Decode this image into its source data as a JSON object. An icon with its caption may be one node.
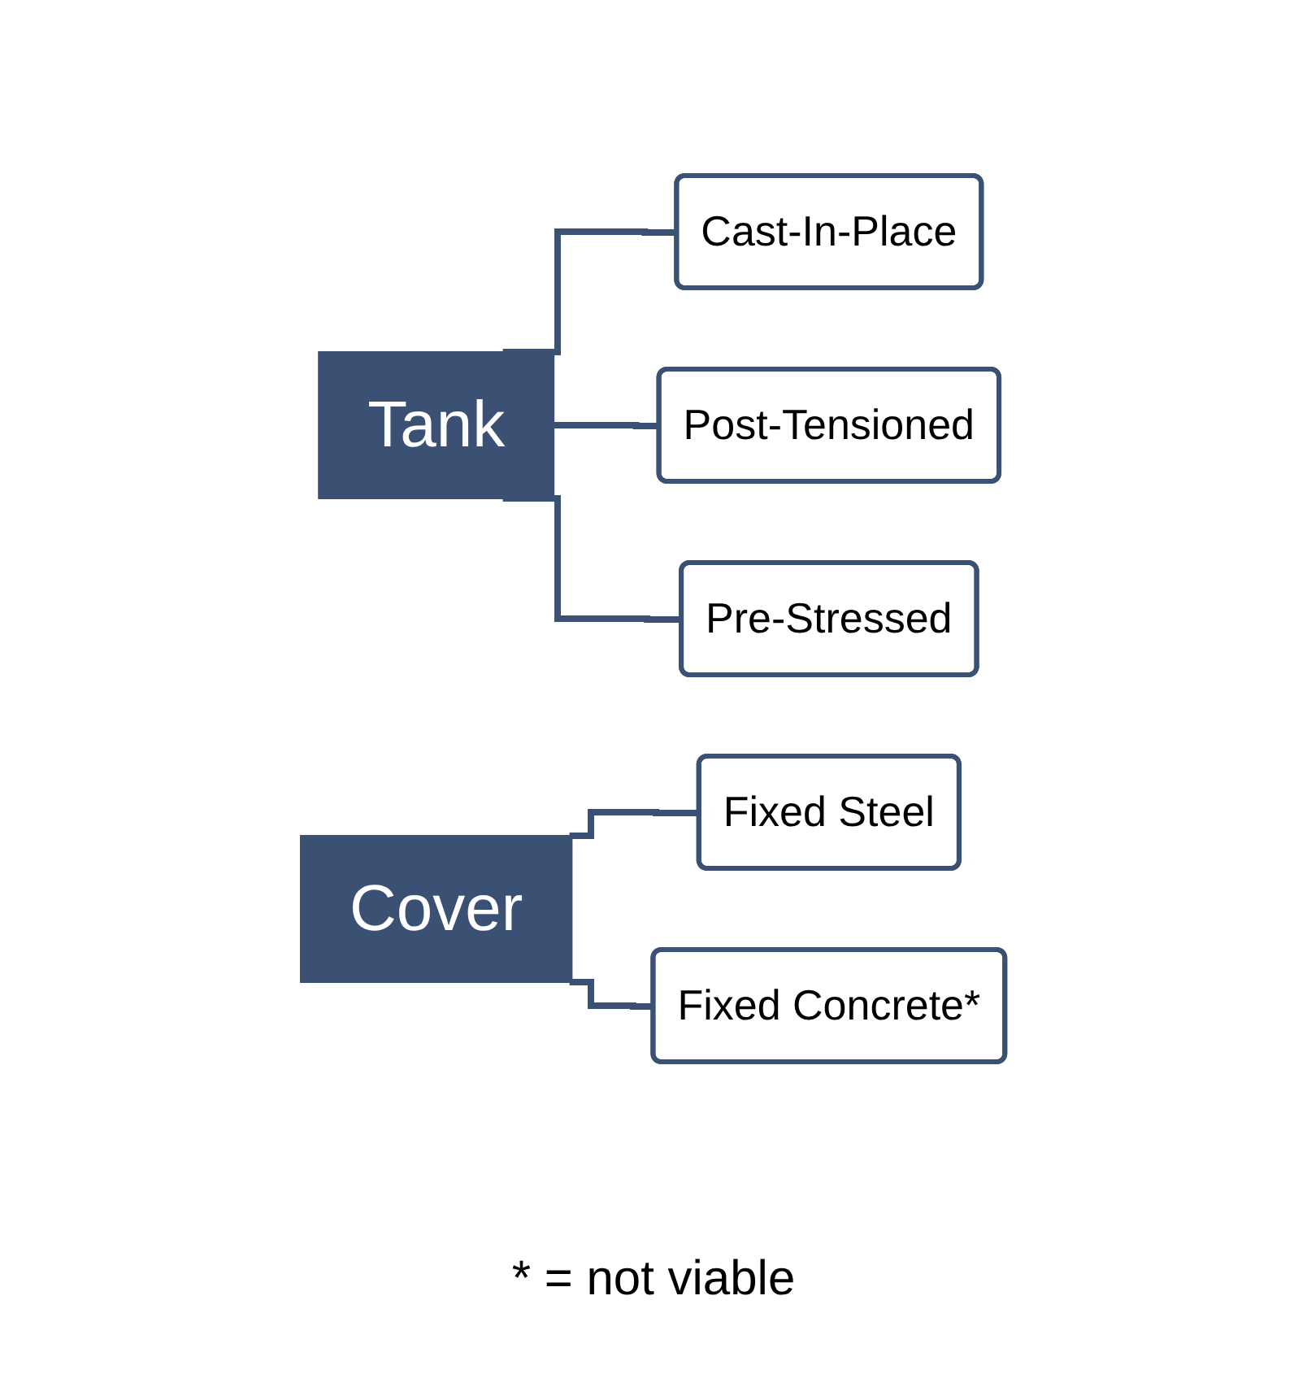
{
  "diagram": {
    "nodes": [
      {
        "text": [
          "Tank"
        ]
      },
      {
        "text": [
          "Cast-In-Place"
        ]
      },
      {
        "text": [
          "Post-Tensioned"
        ]
      },
      {
        "text": [
          "Pre-Stressed"
        ]
      },
      {
        "text": [
          "Cover"
        ]
      },
      {
        "text": [
          "Fixed Steel"
        ]
      },
      {
        "text": [
          "Fixed Concrete*"
        ]
      }
    ],
    "edges": [
      {
        "from": 0,
        "to": 1,
        "arrow": "none"
      },
      {
        "from": 0,
        "to": 2,
        "arrow": "none"
      },
      {
        "from": 0,
        "to": 3,
        "arrow": "none"
      },
      {
        "from": 4,
        "to": 5,
        "arrow": "none"
      },
      {
        "from": 4,
        "to": 6,
        "arrow": "none"
      }
    ],
    "labels": [
      "* = not viable"
    ]
  }
}
